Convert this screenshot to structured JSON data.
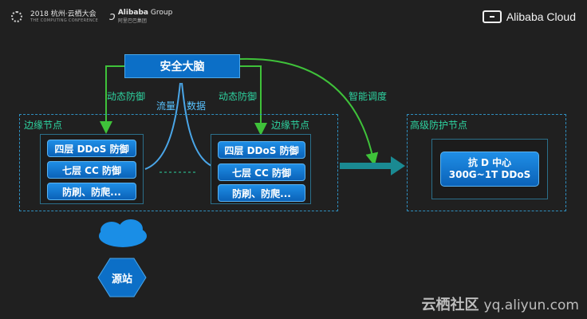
{
  "header": {
    "conference_title": "2018 杭州·云栖大会",
    "conference_subtitle": "THE COMPUTING CONFERENCE",
    "group_name": "Alibaba",
    "group_suffix": "Group",
    "group_cn": "阿里巴巴集团",
    "brand": "Alibaba Cloud"
  },
  "diagram": {
    "brain_label": "安全大脑",
    "left_dynamic_label": "动态防御",
    "right_dynamic_label": "动态防御",
    "traffic_label": "流量",
    "data_label": "数据",
    "schedule_label": "智能调度",
    "left_edge_title": "边缘节点",
    "right_edge_title": "边缘节点",
    "left_layers": [
      "四层 DDoS 防御",
      "七层 CC 防御",
      "防刷、防爬..."
    ],
    "right_layers": [
      "四层 DDoS 防御",
      "七层 CC 防御",
      "防刷、防爬..."
    ],
    "high_title": "高级防护节点",
    "anti_d_line1": "抗 D 中心",
    "anti_d_line2": "300G~1T DDoS",
    "origin_label": "源站"
  },
  "colors": {
    "background": "#202020",
    "accent_blue": "#0c6fc7",
    "green_arrow": "#3fc23a",
    "teal_arrow": "#1a8a92",
    "label_green": "#2ed3a0"
  },
  "watermark": {
    "cn": "云栖社区",
    "url": "yq.aliyun.com"
  }
}
